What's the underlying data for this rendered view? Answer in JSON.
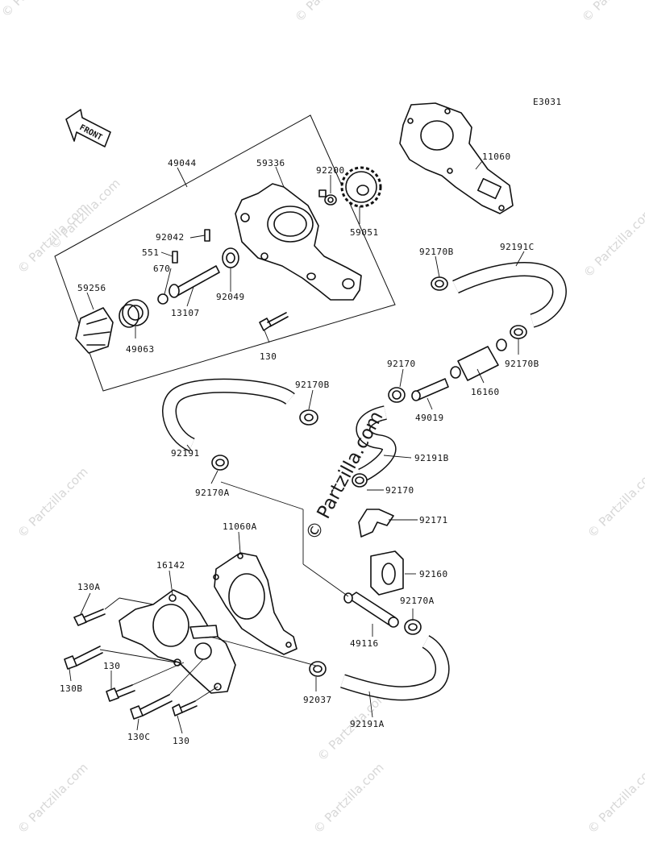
{
  "watermark": "© Partzilla.com",
  "diagram_code": "E3031",
  "front_label": "FRONT",
  "parts": {
    "p49044": "49044",
    "p59336": "59336",
    "p92200": "92200",
    "p59051": "59051",
    "p92042": "92042",
    "p551": "551",
    "p670": "670",
    "p92049": "92049",
    "p13107": "13107",
    "p59256": "59256",
    "p49063": "49063",
    "p130_top": "130",
    "p11060": "11060",
    "p92170B_a": "92170B",
    "p92191C": "92191C",
    "p92170B_b": "92170B",
    "p92170_a": "92170",
    "p16160": "16160",
    "p49019": "49019",
    "p92170B_c": "92170B",
    "p92191": "92191",
    "p92170A_a": "92170A",
    "p92191B": "92191B",
    "p92170_b": "92170",
    "p92171": "92171",
    "p11060A": "11060A",
    "p16142": "16142",
    "p130A": "130A",
    "p92160": "92160",
    "p92170A_b": "92170A",
    "p49116": "49116",
    "p130_mid": "130",
    "p130B": "130B",
    "p92037": "92037",
    "p92191A": "92191A",
    "p130C": "130C",
    "p130_bot": "130"
  }
}
